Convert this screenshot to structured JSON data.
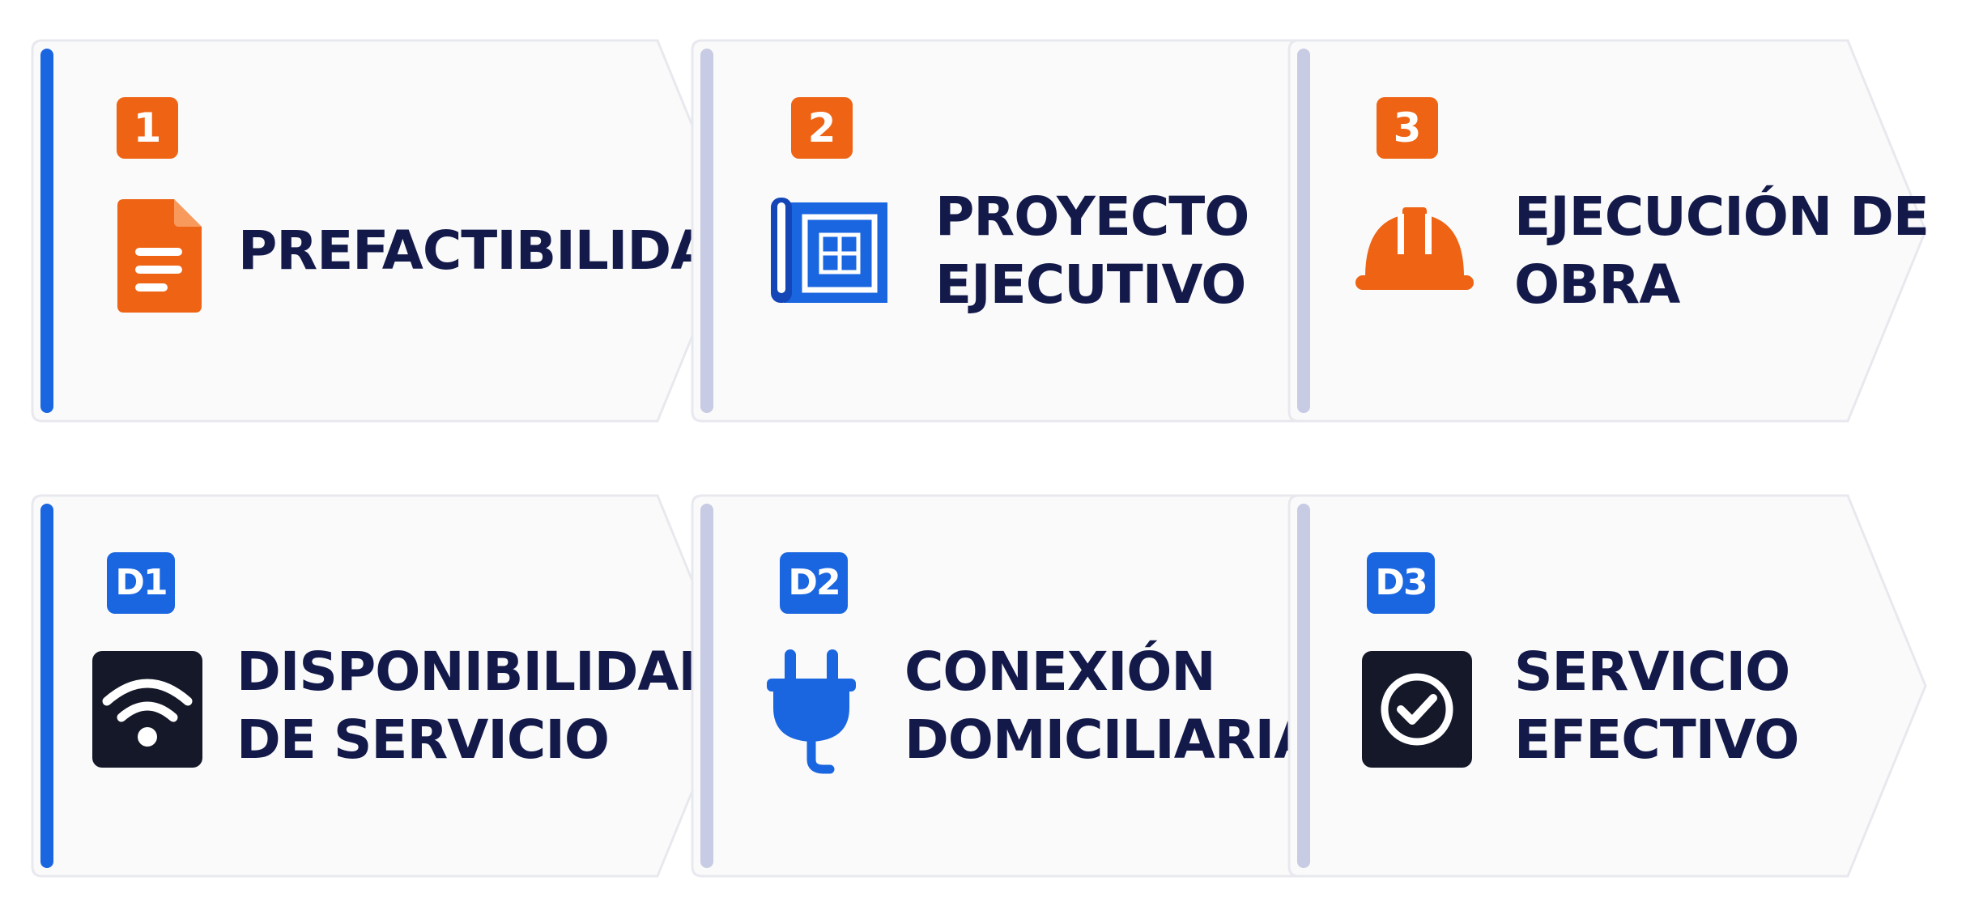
{
  "colors": {
    "orange": "#ee6314",
    "blue": "#1a66e0",
    "navy": "#131a4a",
    "dark_icon_bg": "#151828",
    "active_bar": "#1a66e0",
    "inactive_bar": "#c7cbe3",
    "card_fill": "#fafafa",
    "card_border": "#e8e9ef"
  },
  "rows": [
    {
      "steps": [
        {
          "badge": "1",
          "badge_color": "orange",
          "icon": "document-icon",
          "lines": [
            "PREFACTIBILIDAD"
          ],
          "active": true
        },
        {
          "badge": "2",
          "badge_color": "orange",
          "icon": "blueprint-icon",
          "lines": [
            "PROYECTO",
            "EJECUTIVO"
          ],
          "active": false
        },
        {
          "badge": "3",
          "badge_color": "orange",
          "icon": "hard-hat-icon",
          "lines": [
            "EJECUCIÓN DE",
            "OBRA"
          ],
          "active": false
        }
      ]
    },
    {
      "steps": [
        {
          "badge": "D1",
          "badge_color": "blue",
          "icon": "wifi-icon",
          "lines": [
            "DISPONIBILIDAD",
            "DE SERVICIO"
          ],
          "active": true
        },
        {
          "badge": "D2",
          "badge_color": "blue",
          "icon": "plug-icon",
          "lines": [
            "CONEXIÓN",
            "DOMICILIARIA"
          ],
          "active": false
        },
        {
          "badge": "D3",
          "badge_color": "blue",
          "icon": "check-circle-icon",
          "lines": [
            "SERVICIO",
            "EFECTIVO"
          ],
          "active": false
        }
      ]
    }
  ]
}
